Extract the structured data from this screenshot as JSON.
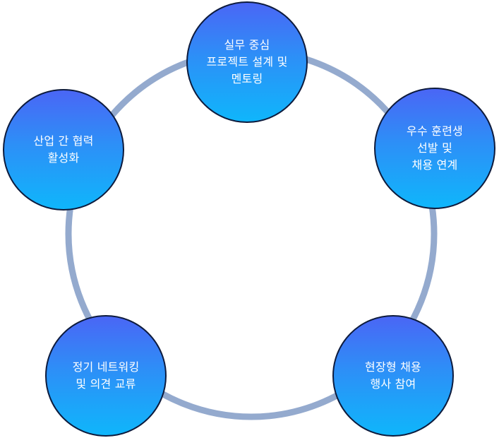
{
  "diagram": {
    "ring_color": "#94aace",
    "node_gradient": [
      "#4a66f5",
      "#0fb6fb"
    ],
    "node_border_color": "#0d1b3d",
    "nodes": [
      {
        "label": "실무 중심\n프로젝트 설계 및\n멘토링"
      },
      {
        "label": "우수 훈련생\n선발 및\n채용 연계"
      },
      {
        "label": "현장형 채용\n행사 참여"
      },
      {
        "label": "정기 네트워킹\n및 의견 교류"
      },
      {
        "label": "산업 간 협력\n활성화"
      }
    ]
  }
}
